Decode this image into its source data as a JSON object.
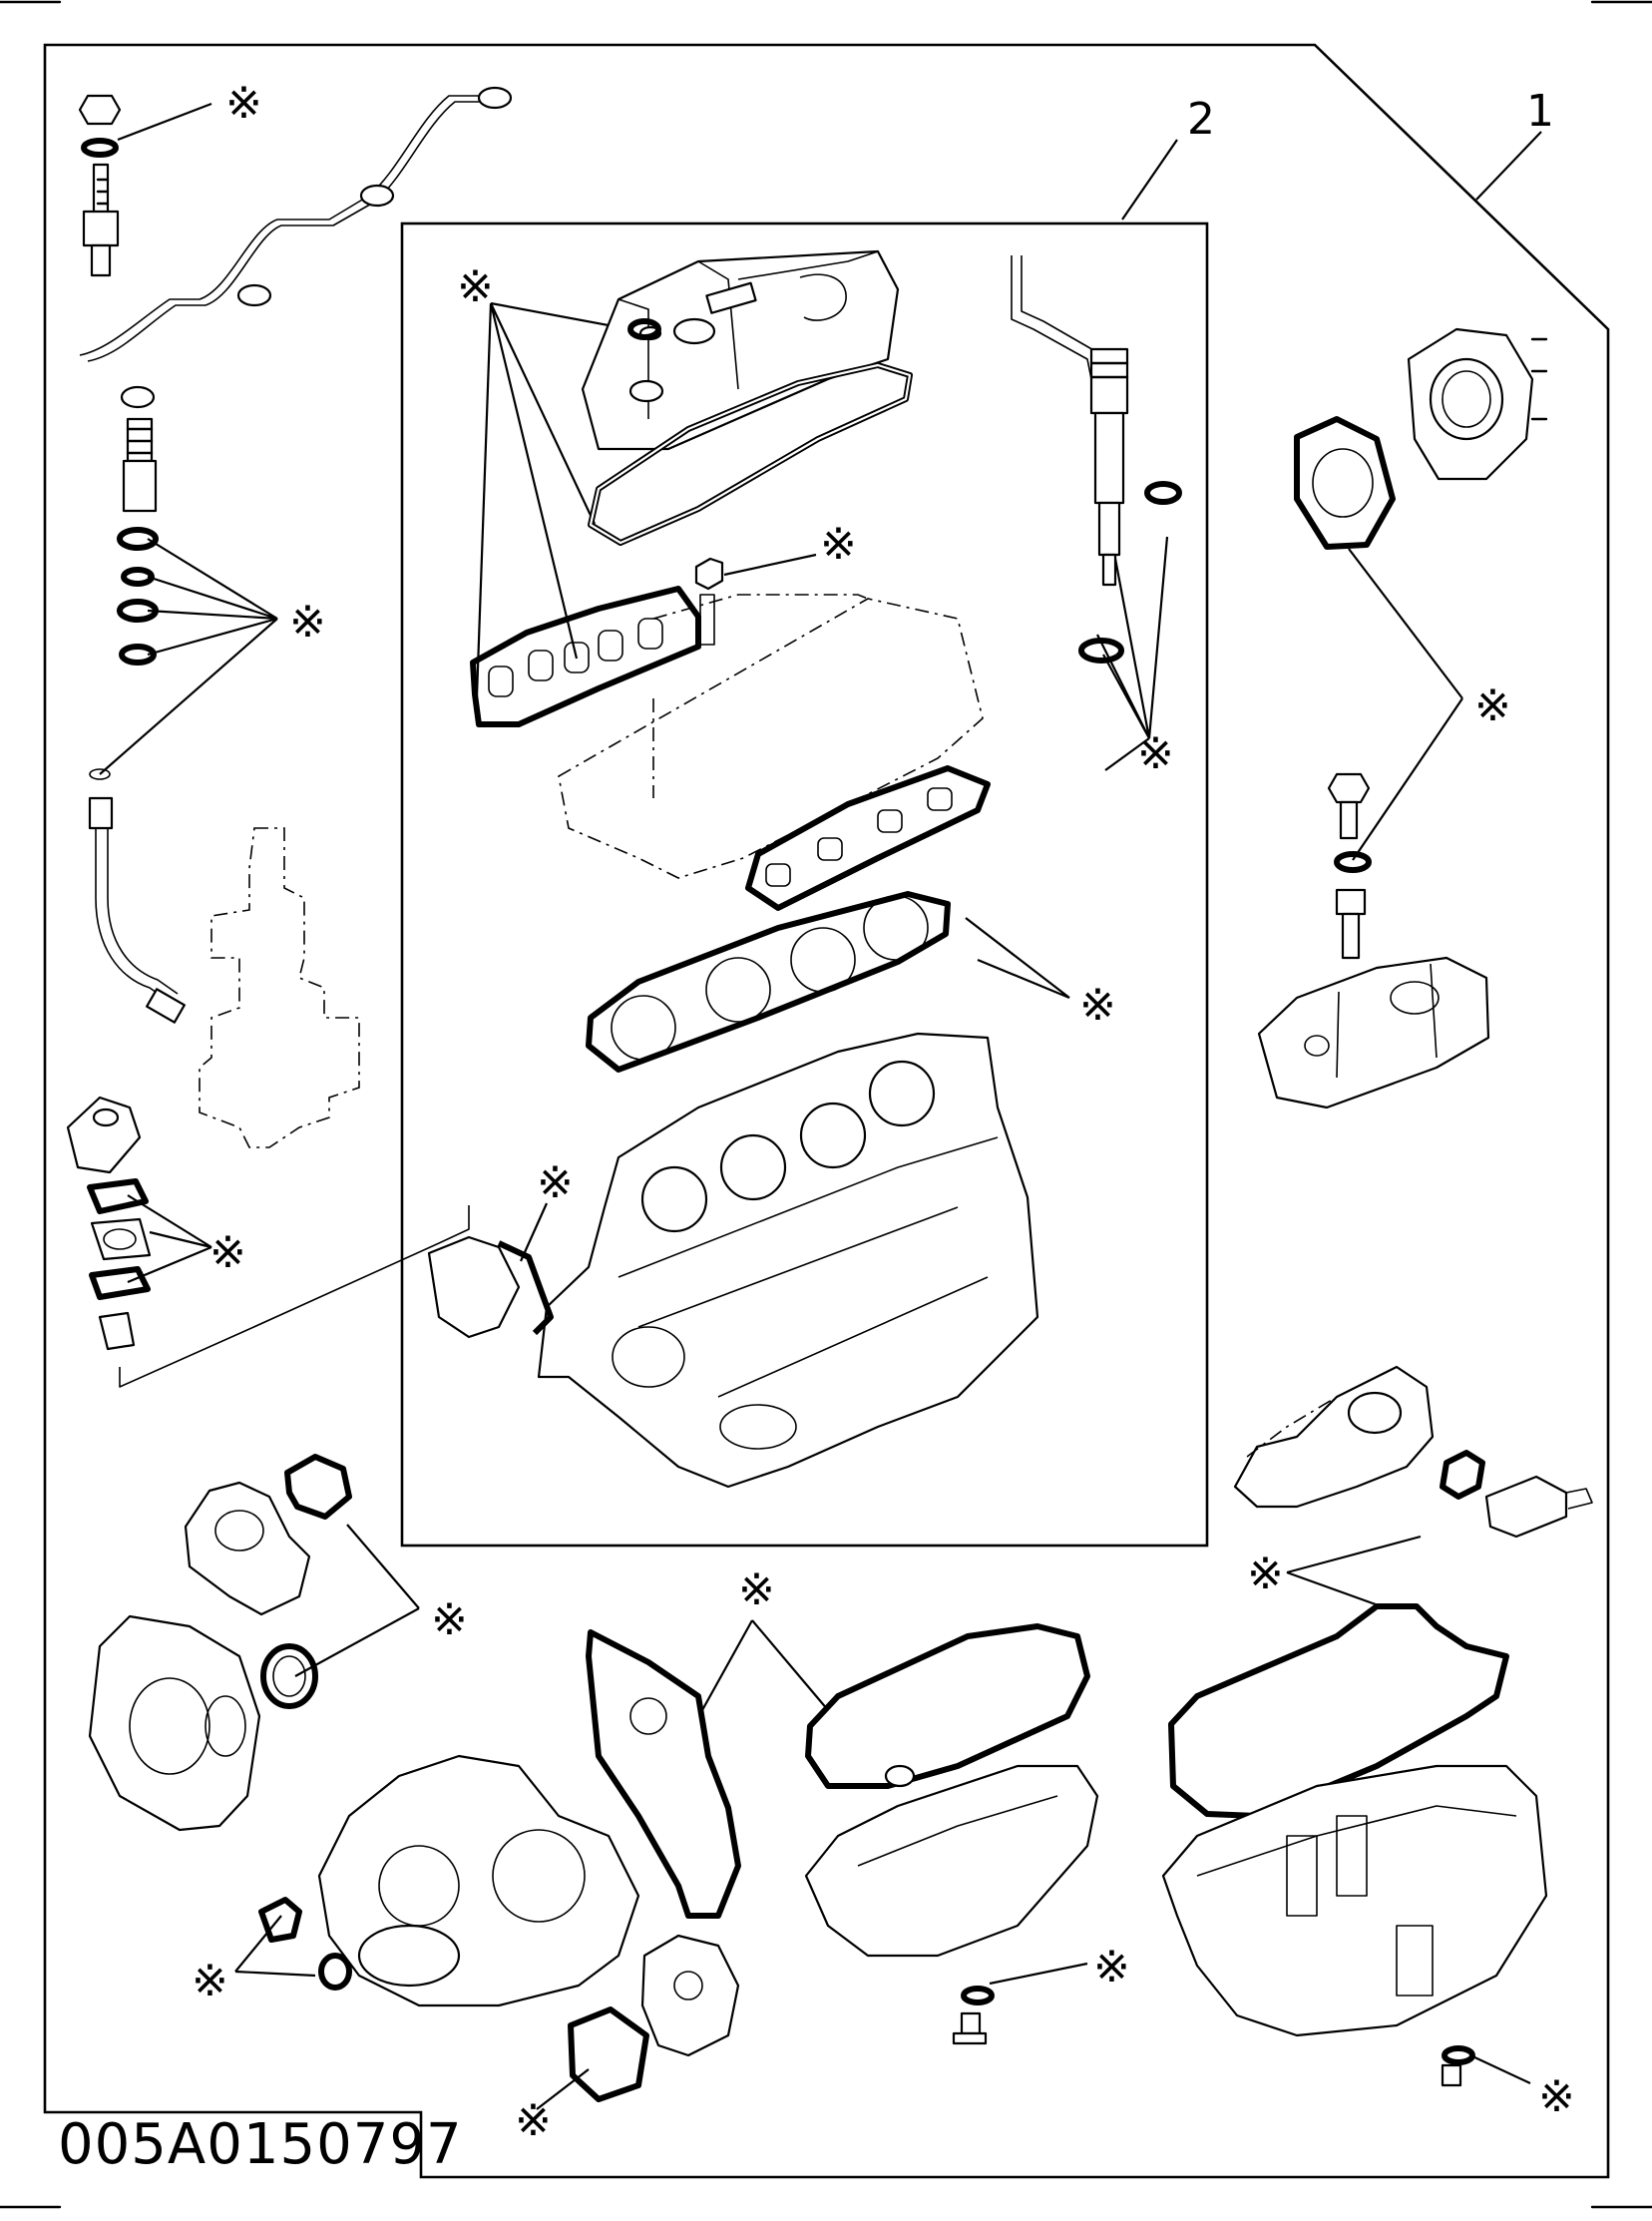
{
  "diagram": {
    "drawing_number": "005A0150797",
    "callouts": {
      "item_1": "1",
      "item_2": "2"
    },
    "kit_marker": "※"
  }
}
